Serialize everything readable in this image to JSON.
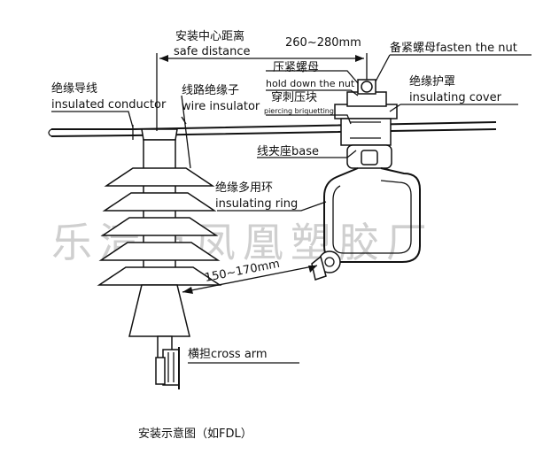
{
  "watermark": "乐清市凤凰塑胶厂",
  "labels": {
    "center_distance_cn": "安装中心距离",
    "safe_distance_en": "safe distance",
    "safe_distance_value": "260~280mm",
    "fasten_nut": "备紧螺母fasten the nut",
    "hold_down_cn": "压紧螺母",
    "hold_down_en": "hold down the nut",
    "insulated_conductor_cn": "绝缘导线",
    "insulated_conductor_en": "insulated conductor",
    "wire_insulator_cn": "线路绝缘子",
    "wire_insulator_en": "wire insulator",
    "piercing_cn": "穿刺压块",
    "piercing_en": "piercing briquetting",
    "insulating_cover_cn": "绝缘护罩",
    "insulating_cover_en": "insulating cover",
    "base": "线夹座base",
    "insulating_ring_cn": "绝缘多用环",
    "insulating_ring_en": "insulating ring",
    "ring_distance_value": "150~170mm",
    "cross_arm": "横担cross arm"
  },
  "caption": "安装示意图（如FDL）"
}
